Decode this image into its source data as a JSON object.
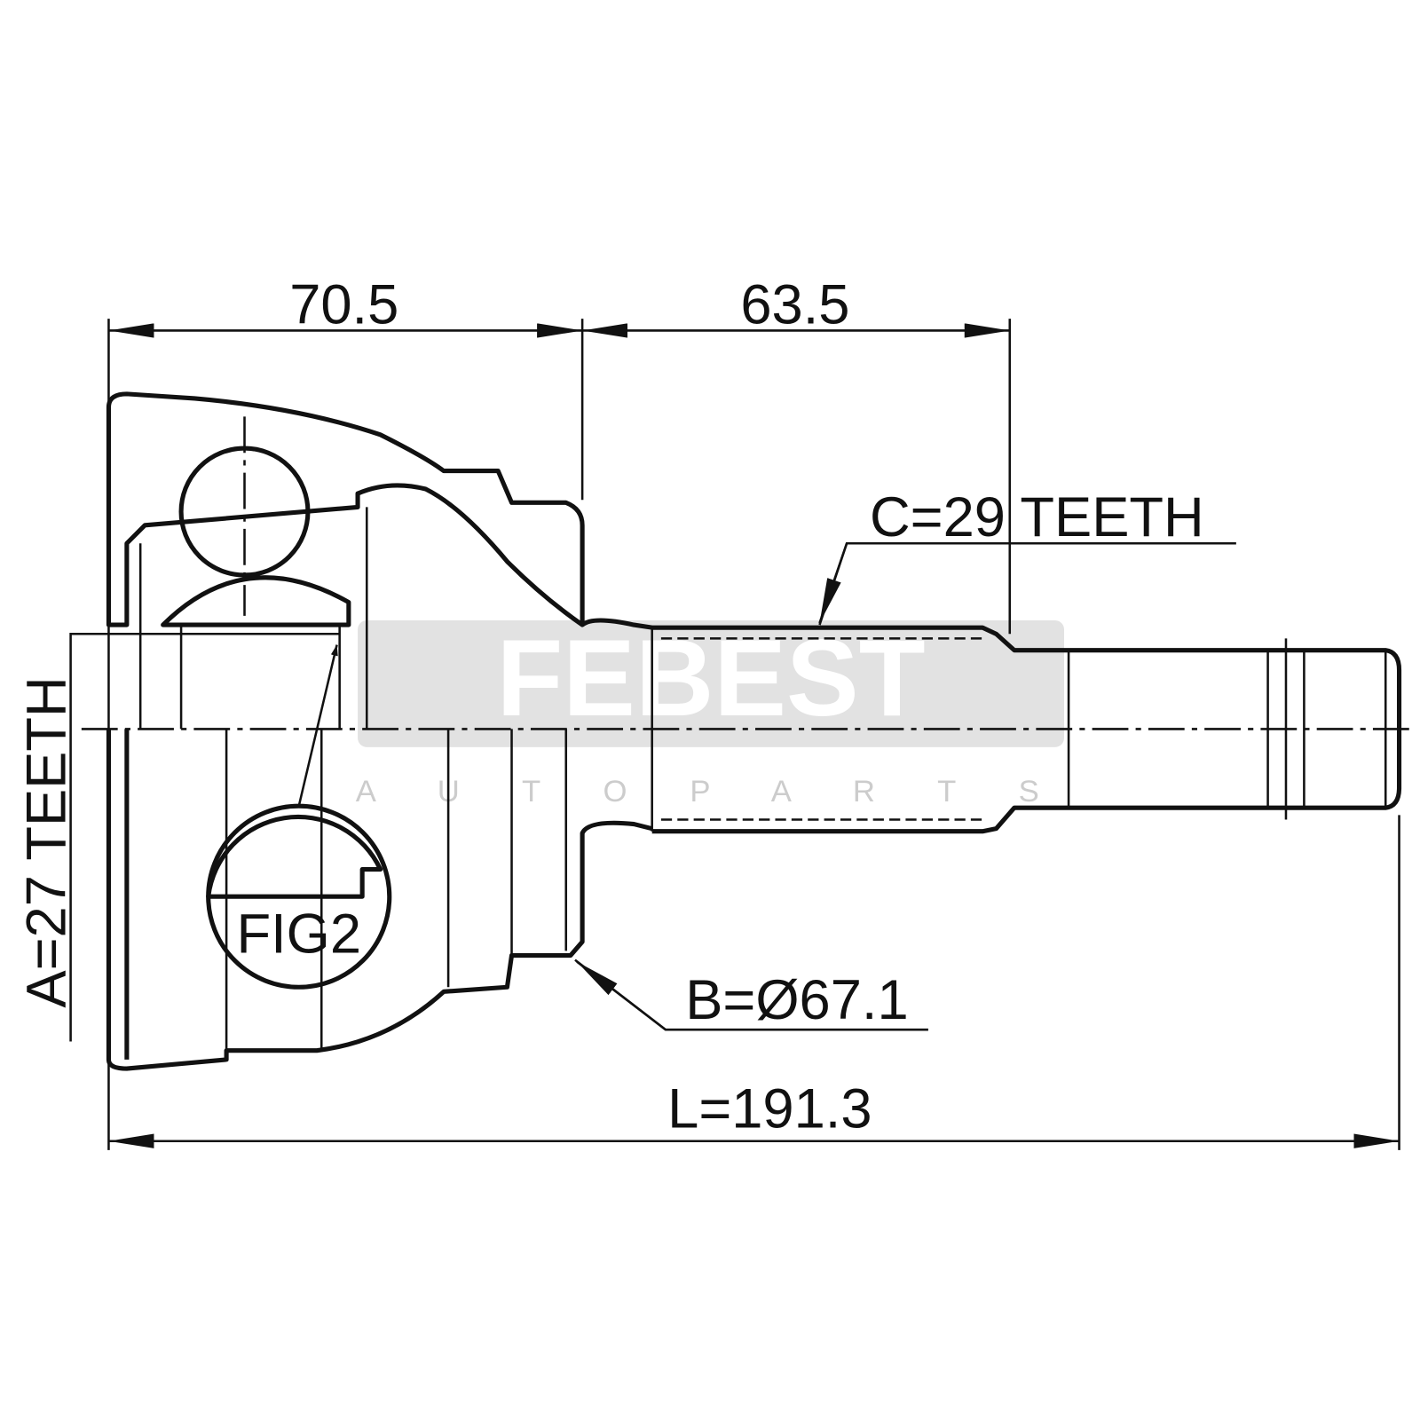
{
  "dimensions": {
    "housing_length": "70.5",
    "shaft_length": "63.5",
    "outer_spline": "C=29 TEETH",
    "inner_spline": "A=27 TEETH",
    "abs_diameter": "B=Ø67.1",
    "total_length": "L=191.3"
  },
  "detail_label": "FIG2",
  "watermark": {
    "brand": "FEBEST",
    "tagline": "A U T O   P A R T S"
  },
  "colors": {
    "line": "#111111",
    "watermark": "#e2e2e2"
  }
}
